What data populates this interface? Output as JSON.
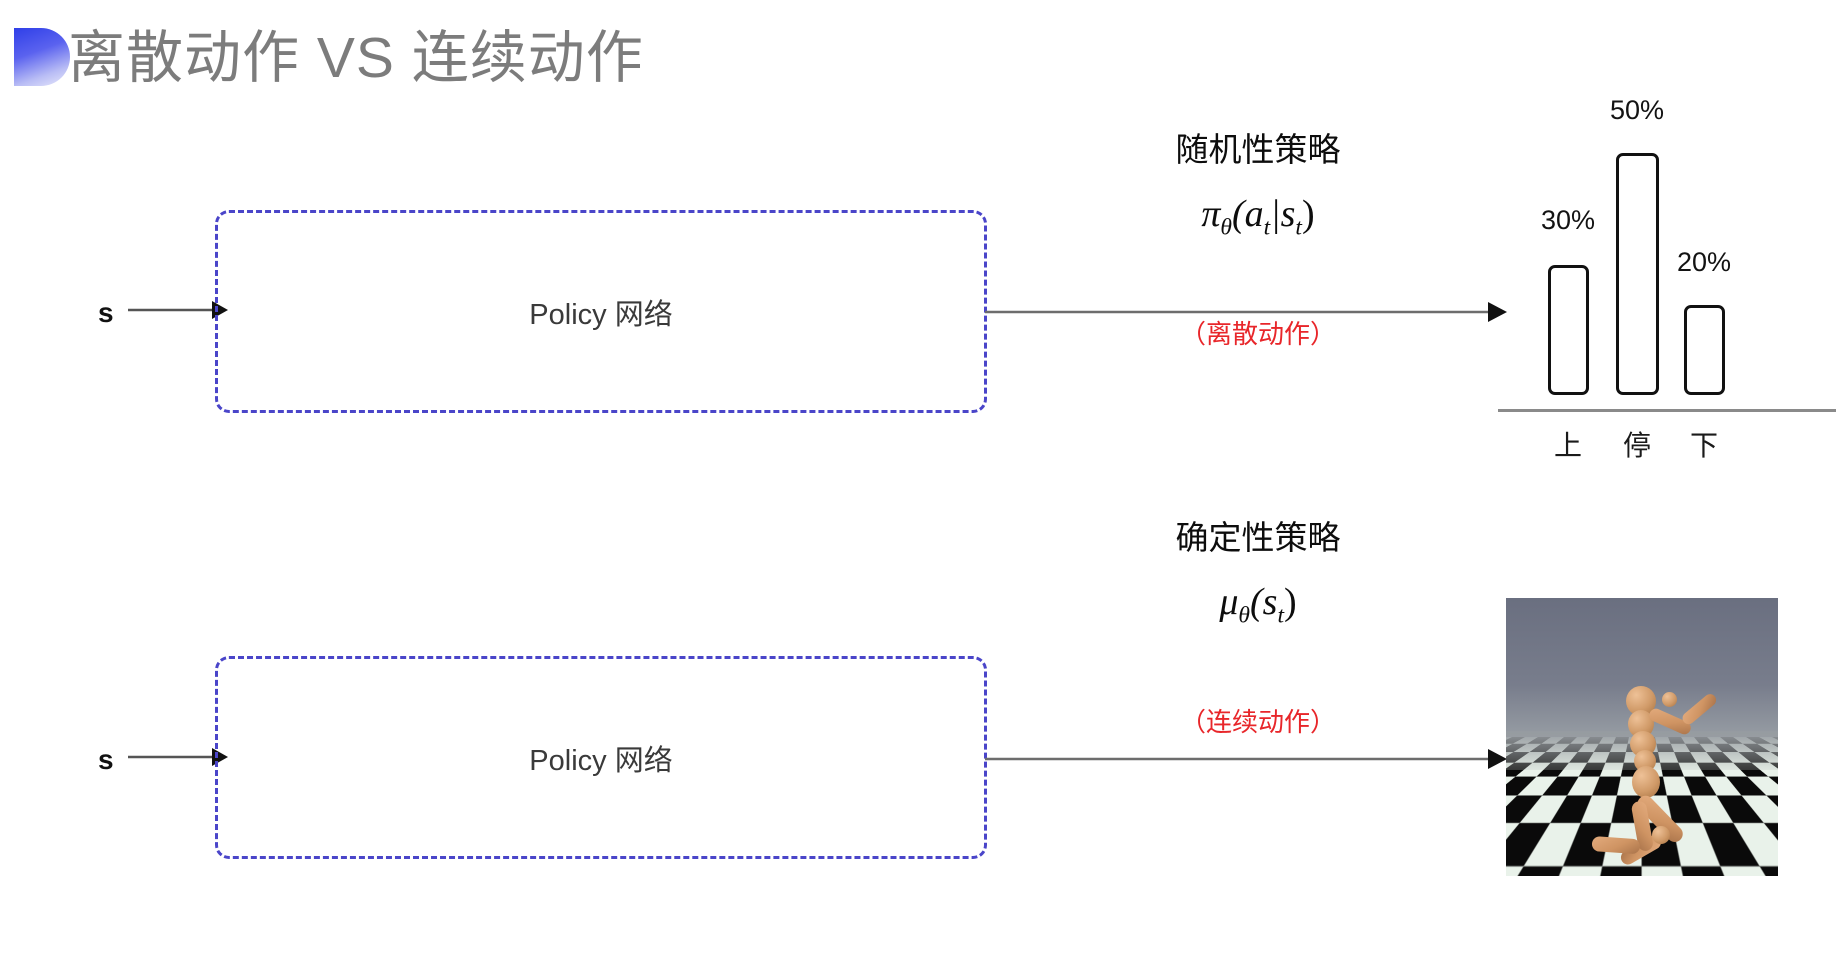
{
  "slide": {
    "title": "离散动作 VS 连续动作",
    "accent_color": "#4a45c9",
    "title_color": "#7c7c7c",
    "note_color": "#e8262a"
  },
  "top_row": {
    "input_label": "s",
    "box_label": "Policy 网络",
    "annotation": {
      "heading": "随机性策略",
      "formula_main": "π",
      "formula_sub": "θ",
      "formula_args": "(a",
      "formula_args_sub": "t",
      "formula_pipe": "|s",
      "formula_args_sub2": "t",
      "formula_close": ")",
      "formula_plain": "π_θ(a_t|s_t)",
      "note": "（离散动作）"
    }
  },
  "bottom_row": {
    "input_label": "s",
    "box_label": "Policy 网络",
    "annotation": {
      "heading": "确定性策略",
      "formula_main": "μ",
      "formula_sub": "θ",
      "formula_args": "(s",
      "formula_args_sub": "t",
      "formula_close": ")",
      "formula_plain": "μ_θ(s_t)",
      "note": "（连续动作）"
    }
  },
  "chart_data": {
    "type": "bar",
    "title": "",
    "xlabel": "",
    "ylabel": "",
    "categories": [
      "上",
      "停",
      "下"
    ],
    "values": [
      30,
      50,
      20
    ],
    "value_labels": [
      "30%",
      "50%",
      "20%"
    ],
    "ylim": [
      0,
      60
    ],
    "grid": false,
    "legend": "none",
    "bar_fill": "#ffffff",
    "bar_stroke": "#111111"
  },
  "humanoid": {
    "caption": "",
    "alt_name": "mujoco-humanoid-running"
  },
  "icons": {
    "title_badge": "half-circle-gradient",
    "input_arrow": "arrow-right-icon",
    "output_arrow": "arrow-right-icon"
  }
}
